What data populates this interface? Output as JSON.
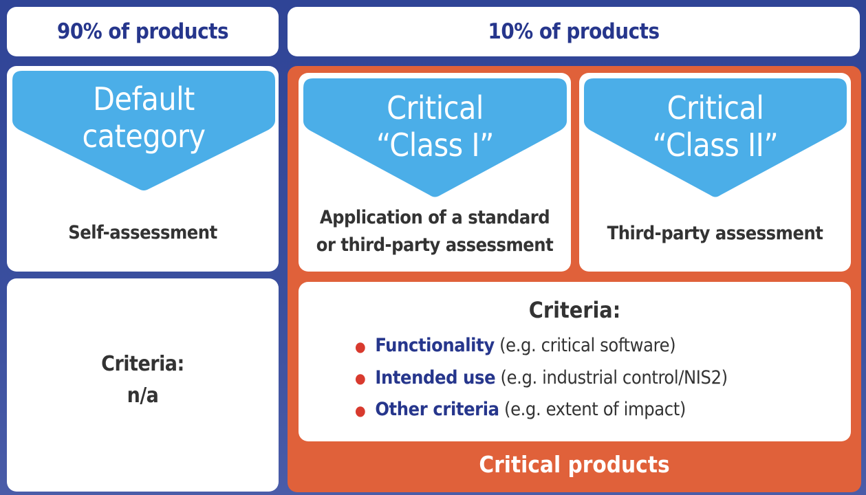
{
  "headers": {
    "left": "90% of products",
    "right": "10% of products"
  },
  "default": {
    "title_line1": "Default",
    "title_line2": "category",
    "assessment": "Self-assessment",
    "criteria_label": "Criteria:",
    "criteria_value": "n/a"
  },
  "class1": {
    "title_line1": "Critical",
    "title_line2": "“Class I”",
    "assessment_line1": "Application of a standard",
    "assessment_line2": "or third-party assessment"
  },
  "class2": {
    "title_line1": "Critical",
    "title_line2": "“Class II”",
    "assessment": "Third-party assessment"
  },
  "criteria": {
    "title": "Criteria:",
    "items": [
      {
        "term": "Functionality",
        "example": "(e.g. critical software)"
      },
      {
        "term": "Intended use",
        "example": "(e.g. industrial control/NIS2)"
      },
      {
        "term": "Other criteria",
        "example": "(e.g. extent of impact)"
      }
    ]
  },
  "footer": "Critical products",
  "colors": {
    "background": "#2f4496",
    "orange": "#e0613a",
    "chevron": "#4baee8",
    "navy": "#26368c",
    "bullet": "#d83a2e"
  }
}
